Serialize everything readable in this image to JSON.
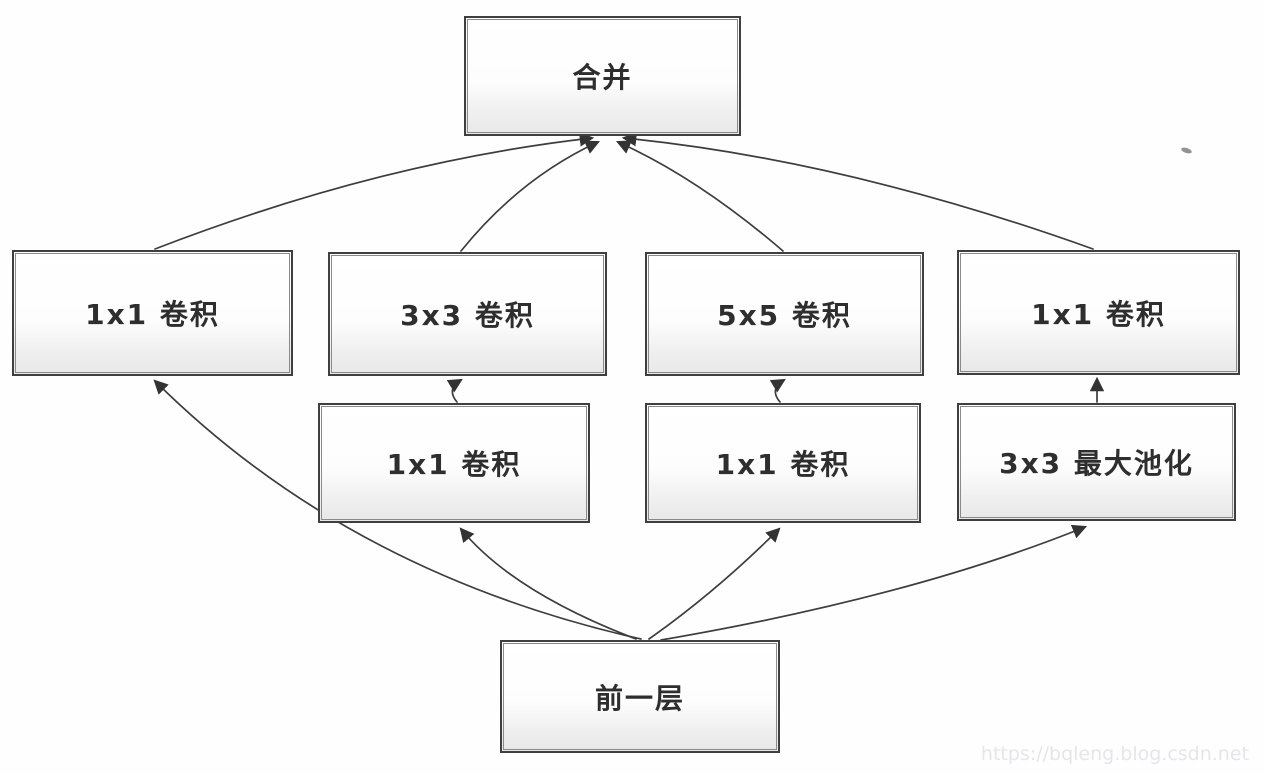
{
  "diagram": {
    "type": "flowchart",
    "description": "Inception module block diagram",
    "nodes": {
      "merge": {
        "label": "合并"
      },
      "branch1_conv": {
        "label": "1x1 卷积"
      },
      "branch2_conv": {
        "label": "3x3 卷积"
      },
      "branch3_conv": {
        "label": "5x5 卷积"
      },
      "branch4_conv": {
        "label": "1x1 卷积"
      },
      "branch2_reduce": {
        "label": "1x1 卷积"
      },
      "branch3_reduce": {
        "label": "1x1 卷积"
      },
      "branch4_pool": {
        "label": "3x3 最大池化"
      },
      "previous": {
        "label": "前一层"
      }
    },
    "edges": [
      {
        "from": "branch1_conv",
        "to": "merge"
      },
      {
        "from": "branch2_conv",
        "to": "merge"
      },
      {
        "from": "branch3_conv",
        "to": "merge"
      },
      {
        "from": "branch4_conv",
        "to": "merge"
      },
      {
        "from": "branch2_reduce",
        "to": "branch2_conv"
      },
      {
        "from": "branch3_reduce",
        "to": "branch3_conv"
      },
      {
        "from": "branch4_pool",
        "to": "branch4_conv"
      },
      {
        "from": "previous",
        "to": "branch1_conv"
      },
      {
        "from": "previous",
        "to": "branch2_reduce"
      },
      {
        "from": "previous",
        "to": "branch3_reduce"
      },
      {
        "from": "previous",
        "to": "branch4_pool"
      }
    ],
    "colors": {
      "line": "#3d3d3d",
      "border": "#3f3f3f",
      "text": "#2e2e2e",
      "watermark_text_color": "#e6e6ea"
    },
    "watermark": "https://bqleng.blog.csdn.net"
  }
}
